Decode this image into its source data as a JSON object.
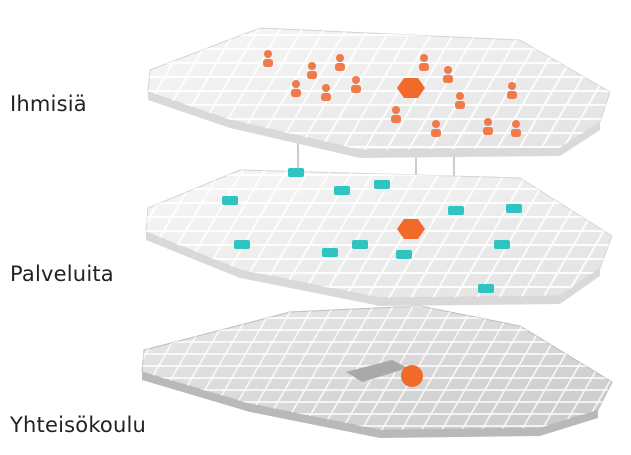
{
  "layers": {
    "people": {
      "label": "Ihmisiä",
      "marker_color": "#f07a4a",
      "hub_color": "#f26a2a"
    },
    "services": {
      "label": "Palveluita",
      "marker_color": "#2fc4c0",
      "hub_color": "#f26a2a"
    },
    "community": {
      "label": "Yhteisökoulu",
      "hub_color": "#f26a2a"
    }
  },
  "colors": {
    "map_light": "#f1f1f1",
    "map_mid": "#dcdcdc",
    "map_dark": "#c4c4c4",
    "connector": "#9a9a9a",
    "text": "#222222"
  },
  "icons": {
    "people_markers": "person-icon",
    "service_markers": "service-building-icon",
    "hub": "school-hub-icon"
  }
}
